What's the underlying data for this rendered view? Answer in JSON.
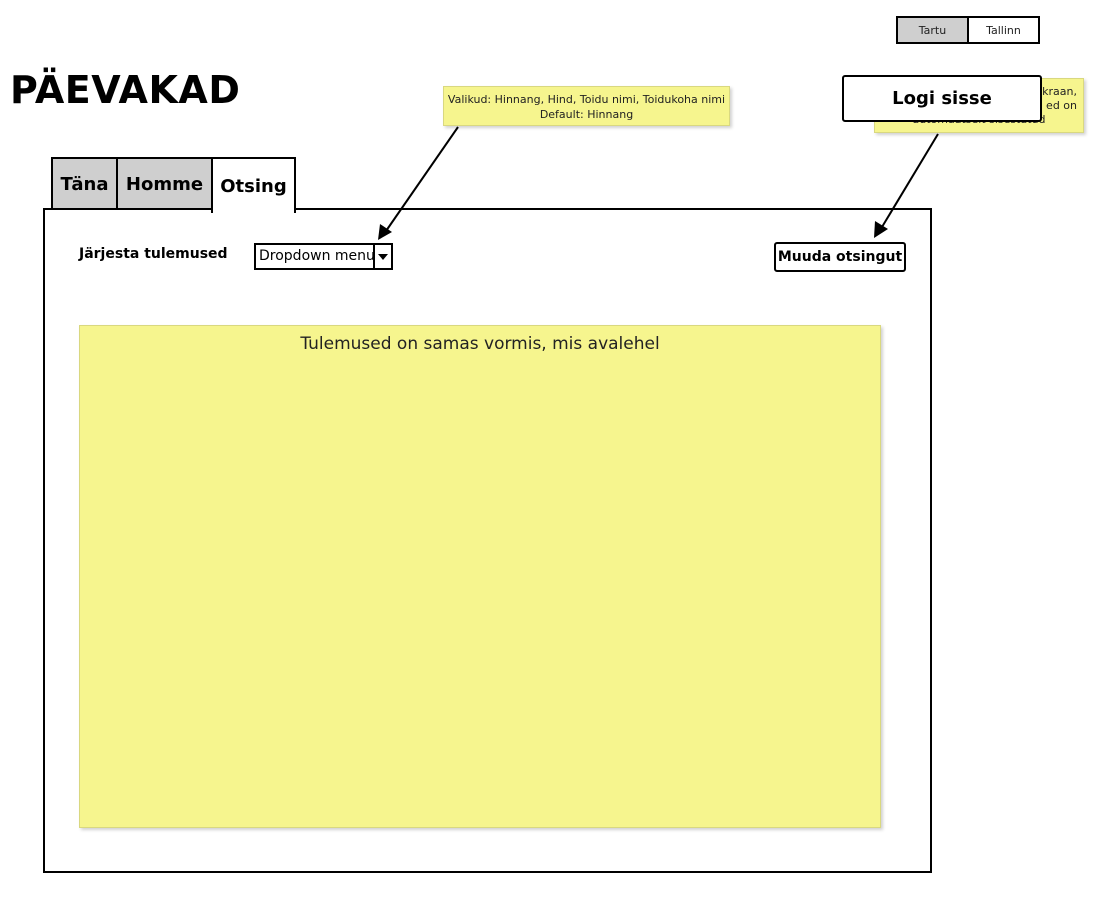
{
  "city_toggle": {
    "options": [
      "Tartu",
      "Tallinn"
    ],
    "selected": "Tartu"
  },
  "header": {
    "title": "PÄEVAKAD",
    "login_button": "Logi sisse"
  },
  "notes": {
    "sort_options": {
      "line1": "Valikud: Hinnang, Hind, Toidu nimi, Toidukoha nimi",
      "line2": "Default: Hinnang"
    },
    "login_note": {
      "line1": "ekraan,",
      "line2": "ed on",
      "line3": "automaatselt sisestatud"
    },
    "results": "Tulemused on samas vormis, mis avalehel"
  },
  "tabs": [
    {
      "label": "Täna",
      "active": false
    },
    {
      "label": "Homme",
      "active": false
    },
    {
      "label": "Otsing",
      "active": true
    }
  ],
  "search_panel": {
    "sort_label": "Järjesta tulemused",
    "dropdown_value": "Dropdown menu",
    "edit_search_button": "Muuda otsingut"
  },
  "colors": {
    "note_yellow": "#f6f58e",
    "inactive_tab": "#cfcfcf"
  }
}
